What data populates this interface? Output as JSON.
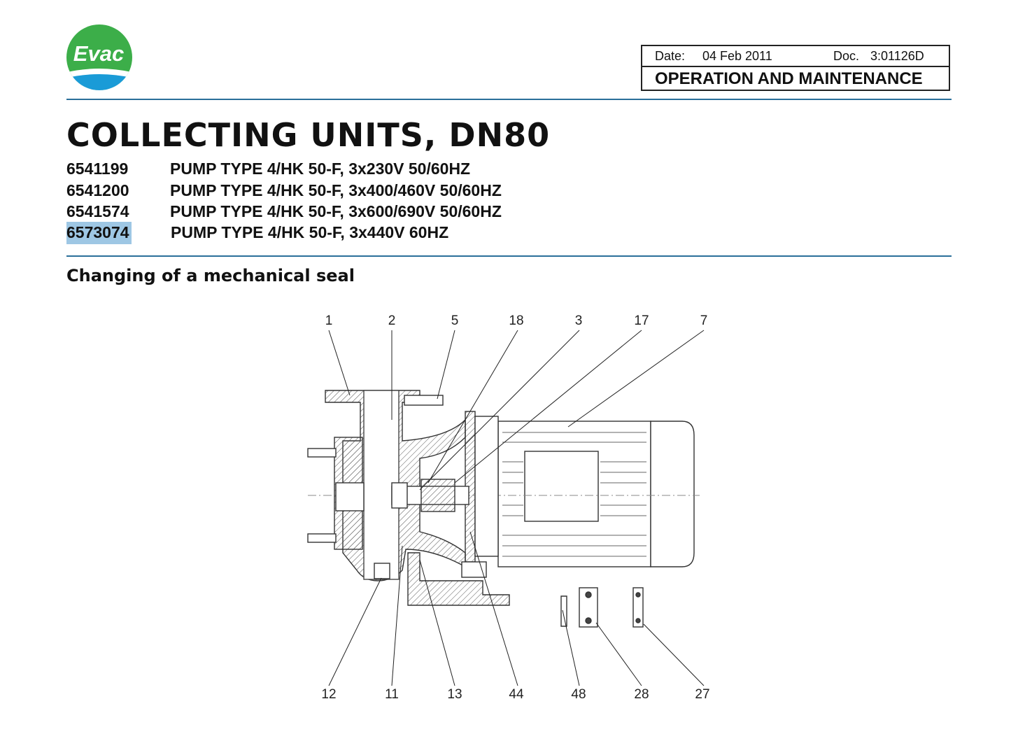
{
  "logo": {
    "text": "Evac",
    "green": "#3cae49",
    "blue": "#1a9bd7"
  },
  "doc_box": {
    "date_label": "Date:",
    "date_value": "04 Feb 2011",
    "doc_label": "Doc.",
    "doc_value": "3:01126D",
    "heading": "OPERATION AND MAINTENANCE"
  },
  "rule_color": "#2a6f9a",
  "title": "COLLECTING UNITS, DN80",
  "products": [
    {
      "code": "6541199",
      "description": "PUMP TYPE 4/HK 50-F, 3x230V 50/60HZ",
      "highlighted": false
    },
    {
      "code": "6541200",
      "description": "PUMP TYPE 4/HK 50-F, 3x400/460V 50/60HZ",
      "highlighted": false
    },
    {
      "code": "6541574",
      "description": "PUMP TYPE 4/HK 50-F, 3x600/690V 50/60HZ",
      "highlighted": false
    },
    {
      "code": "6573074",
      "description": "PUMP TYPE 4/HK 50-F, 3x440V 60HZ",
      "highlighted": true
    }
  ],
  "highlight_color": "#9ec7e4",
  "section_title": "Changing of a mechanical seal",
  "drawing": {
    "top_labels": [
      "1",
      "2",
      "5",
      "18",
      "3",
      "17",
      "7"
    ],
    "bottom_labels": [
      "12",
      "11",
      "13",
      "44",
      "48",
      "28",
      "27"
    ]
  }
}
